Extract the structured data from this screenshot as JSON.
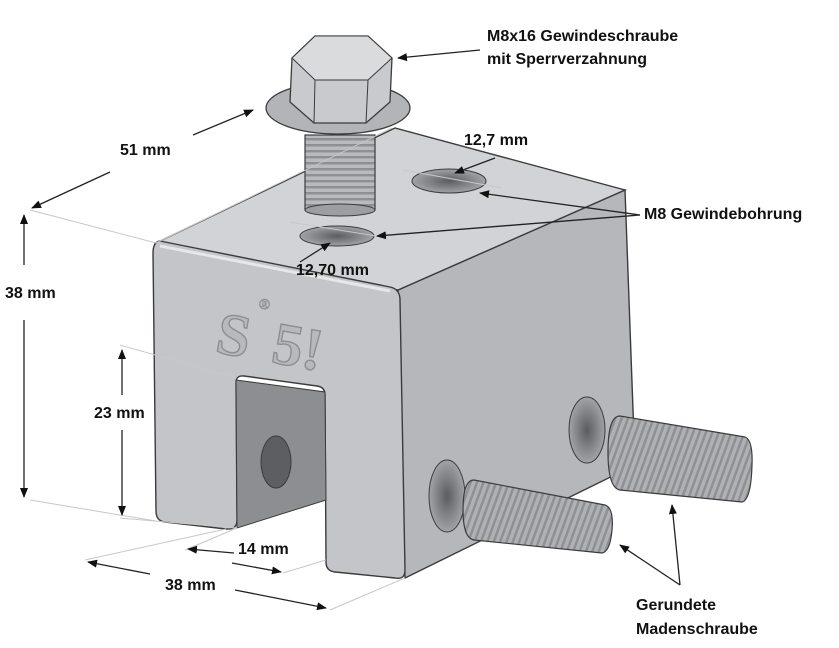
{
  "labels": {
    "bolt_name_line1": "M8x16 Gewindeschraube",
    "bolt_name_line2": "mit Sperrverzahnung",
    "hole_diameter_top": "12,7 mm",
    "thread_bore": "M8 Gewindebohrung",
    "hole_diameter_front": "12,70 mm",
    "width_depth": "51 mm",
    "height_total": "38 mm",
    "slot_height": "23 mm",
    "slot_width": "14 mm",
    "width_bottom": "38 mm",
    "set_screw_line1": "Gerundete",
    "set_screw_line2": "Madenschraube"
  },
  "logo": {
    "letter": "S",
    "registered": "®",
    "suffix": "5!"
  },
  "colors": {
    "body_front": "#c4c5c9",
    "body_top": "#d2d3d6",
    "body_side": "#b6b7bb",
    "slot_back": "#8d8e92",
    "outline": "#3b3b3b"
  }
}
